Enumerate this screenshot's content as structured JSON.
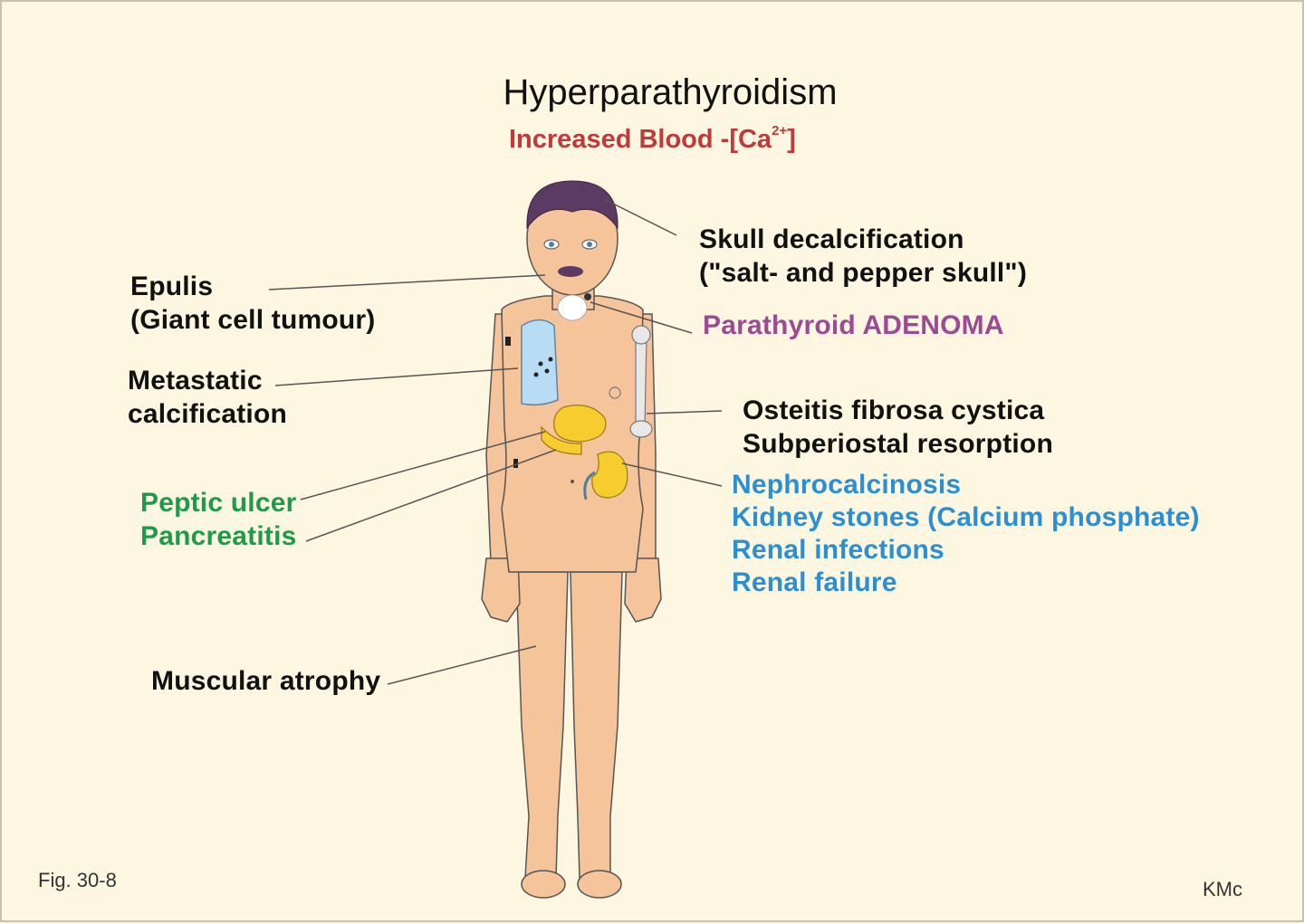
{
  "title": "Hyperparathyroidism",
  "subtitle": {
    "text": "Increased Blood -[Ca",
    "superscript": "2+",
    "close": "]"
  },
  "labels": {
    "epulis": [
      "Epulis",
      "(Giant cell tumour)"
    ],
    "metastatic": [
      "Metastatic",
      "calcification"
    ],
    "gi": [
      "Peptic ulcer",
      "Pancreatitis"
    ],
    "muscular": [
      "Muscular atrophy"
    ],
    "skull": [
      "Skull decalcification",
      "(\"salt- and pepper skull\")"
    ],
    "parathyroid": [
      "Parathyroid ADENOMA"
    ],
    "bone": [
      "Osteitis fibrosa cystica",
      "Subperiostal resorption"
    ],
    "renal": [
      "Nephrocalcinosis",
      "Kidney stones (Calcium phosphate)",
      "Renal infections",
      "Renal failure"
    ]
  },
  "figure_id": "Fig. 30-8",
  "credit": "KMc",
  "colors": {
    "background": "#fdf7e2",
    "skin": "#f6c49a",
    "hair": "#5b3a63",
    "lung": "#b9dcf5",
    "organ_yellow": "#f7cc2e",
    "red_text": "#c0393b",
    "purple_text": "#9b4a93",
    "green_text": "#1f9a4a",
    "blue_text": "#2c8fd1"
  }
}
